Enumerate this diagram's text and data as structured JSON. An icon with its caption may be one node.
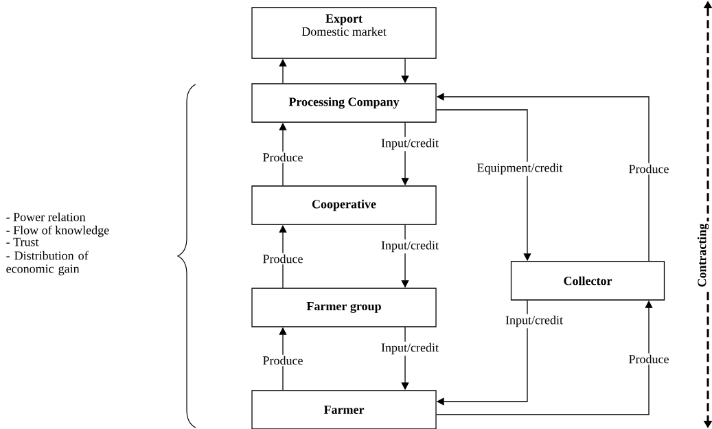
{
  "diagram": {
    "nodes": [
      {
        "text": [
          "Export",
          "Domestic market"
        ]
      },
      {
        "text": [
          "Processing Company"
        ]
      },
      {
        "text": [
          "Cooperative"
        ]
      },
      {
        "text": [
          "Farmer group"
        ]
      },
      {
        "text": [
          "Farmer"
        ]
      },
      {
        "text": [
          "Collector"
        ]
      }
    ],
    "edges": [
      {
        "from": 1,
        "to": 0,
        "arrow": "to"
      },
      {
        "from": 0,
        "to": 1,
        "arrow": "to"
      },
      {
        "from": 2,
        "to": 1,
        "arrow": "to",
        "label": "Produce"
      },
      {
        "from": 1,
        "to": 2,
        "arrow": "to",
        "label": "Input/credit"
      },
      {
        "from": 3,
        "to": 2,
        "arrow": "to",
        "label": "Produce"
      },
      {
        "from": 2,
        "to": 3,
        "arrow": "to",
        "label": "Input/credit"
      },
      {
        "from": 4,
        "to": 3,
        "arrow": "to",
        "label": "Produce"
      },
      {
        "from": 3,
        "to": 4,
        "arrow": "to",
        "label": "Input/credit"
      },
      {
        "from": 1,
        "to": 5,
        "arrow": "to",
        "label": "Equipment/credit"
      },
      {
        "from": 5,
        "to": 1,
        "arrow": "to",
        "label": "Produce"
      },
      {
        "from": 5,
        "to": 4,
        "arrow": "to",
        "label": "Input/credit"
      },
      {
        "from": 4,
        "to": 5,
        "arrow": "to",
        "label": "Produce"
      }
    ],
    "labels": [
      "- Power relation",
      "- Flow of knowledge",
      "- Trust",
      "- Distribution of economic gain",
      "Contracting"
    ]
  }
}
